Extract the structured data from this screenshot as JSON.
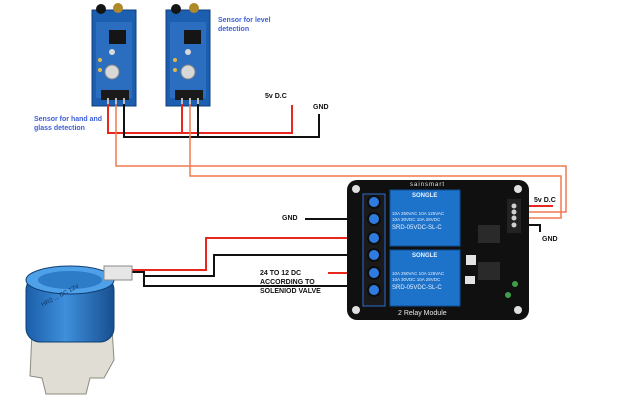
{
  "labels": {
    "sensor_level": "Sensor for level\ndetection",
    "sensor_hand": "Sensor for hand and\nglass detection",
    "vcc_top": "5v D.C",
    "gnd_top": "GND",
    "vcc_relay": "5v D.C",
    "gnd_relay": "GND",
    "gnd_relay_left": "GND",
    "supply_note": "24 TO 12 DC\nACCORDING TO\nSOLENIOD VALVE"
  },
  "relay_board": {
    "brand": "sainsmart",
    "module_name": "2 Relay Module",
    "relays": [
      {
        "brand": "SONGLE",
        "ratings": "10A 250VAC  10A 125VAC\n10A 30VDC  10A 28VDC",
        "model": "SRD-05VDC-SL-C"
      },
      {
        "brand": "SONGLE",
        "ratings": "10A 250VAC  10A 125VAC\n10A 30VDC  10A 28VDC",
        "model": "SRD-05VDC-SL-C"
      }
    ]
  },
  "valve": {
    "text": "HR2 ... DC 12V"
  },
  "colors": {
    "wire_red": "#e8281e",
    "wire_black": "#111111",
    "wire_orange": "#f07a50",
    "pcb_blue": "#1c5fb0",
    "relay_board": "#101010",
    "relay_blue": "#1d72c9",
    "label_blue": "#3d5fd6"
  }
}
